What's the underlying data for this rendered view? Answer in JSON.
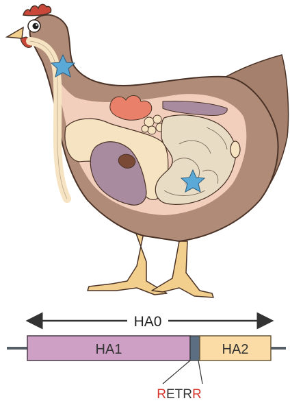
{
  "labels": {
    "precursor": "HA0",
    "subunit1": "HA1",
    "subunit2": "HA2",
    "cleavage_site": {
      "part1": "R",
      "part2": "ETR"
    }
  },
  "colors": {
    "body": "#b08b78",
    "body_outline": "#4a3226",
    "interior": "#f2cfbd",
    "comb": "#c9483a",
    "beak_legs": "#f3cf8e",
    "esophagus": "#f6e3c2",
    "intestine": "#e8dcc4",
    "liver": "#a98ba0",
    "lung": "#e8806a",
    "star": "#5aa9d6",
    "ha1": "#cfa0c6",
    "ha2": "#fcdca6",
    "cleavage_block": "#5b6e82",
    "protein_line": "#555d66",
    "cleavage_red": "#d6332b",
    "arrow": "#333333"
  }
}
